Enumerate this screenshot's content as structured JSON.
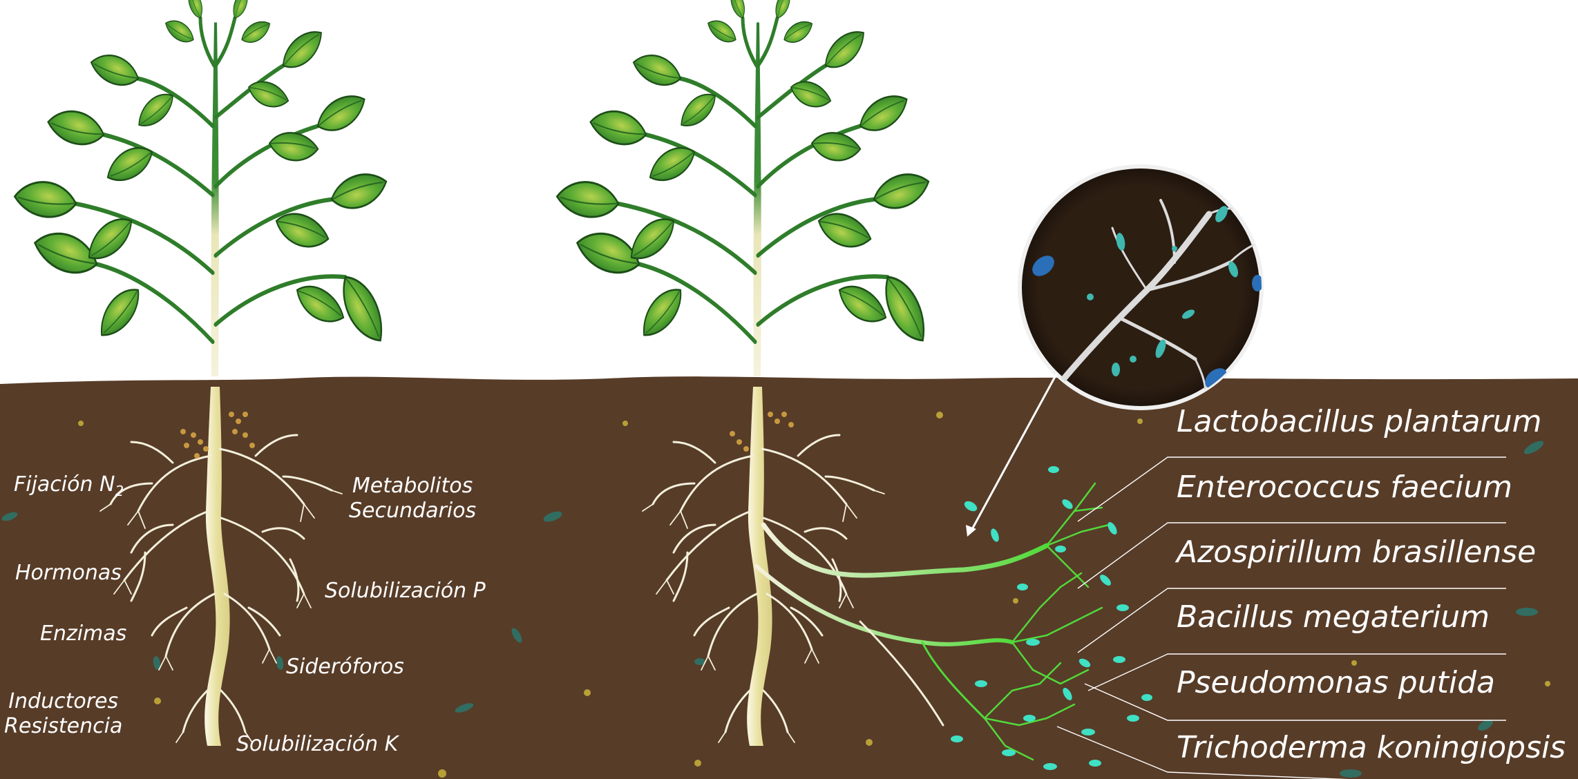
{
  "left_plant": {
    "labels": {
      "n_fixation": "Fijación N",
      "n_fixation_sub": "2",
      "hormones": "Hormonas",
      "enzymes": "Enzimas",
      "inducers": "Inductores\nResistencia",
      "metabolites": "Metabolitos\nSecundarios",
      "p_solubilization": "Solubilización P",
      "siderophores": "Sideróforos",
      "k_solubilization": "Solubilización K"
    }
  },
  "microorganisms": [
    "Lactobacillus plantarum",
    "Enterococcus faecium",
    "Azospirillum brasillense",
    "Bacillus megaterium",
    "Pseudomonas putida",
    "Trichoderma koningiopsis"
  ],
  "colors": {
    "soil": "#573c28",
    "leaf": "#4a9a2c",
    "root": "#f4f0dc",
    "bacteria": "#3fe0c4",
    "fungal_root": "#5ce03a"
  }
}
